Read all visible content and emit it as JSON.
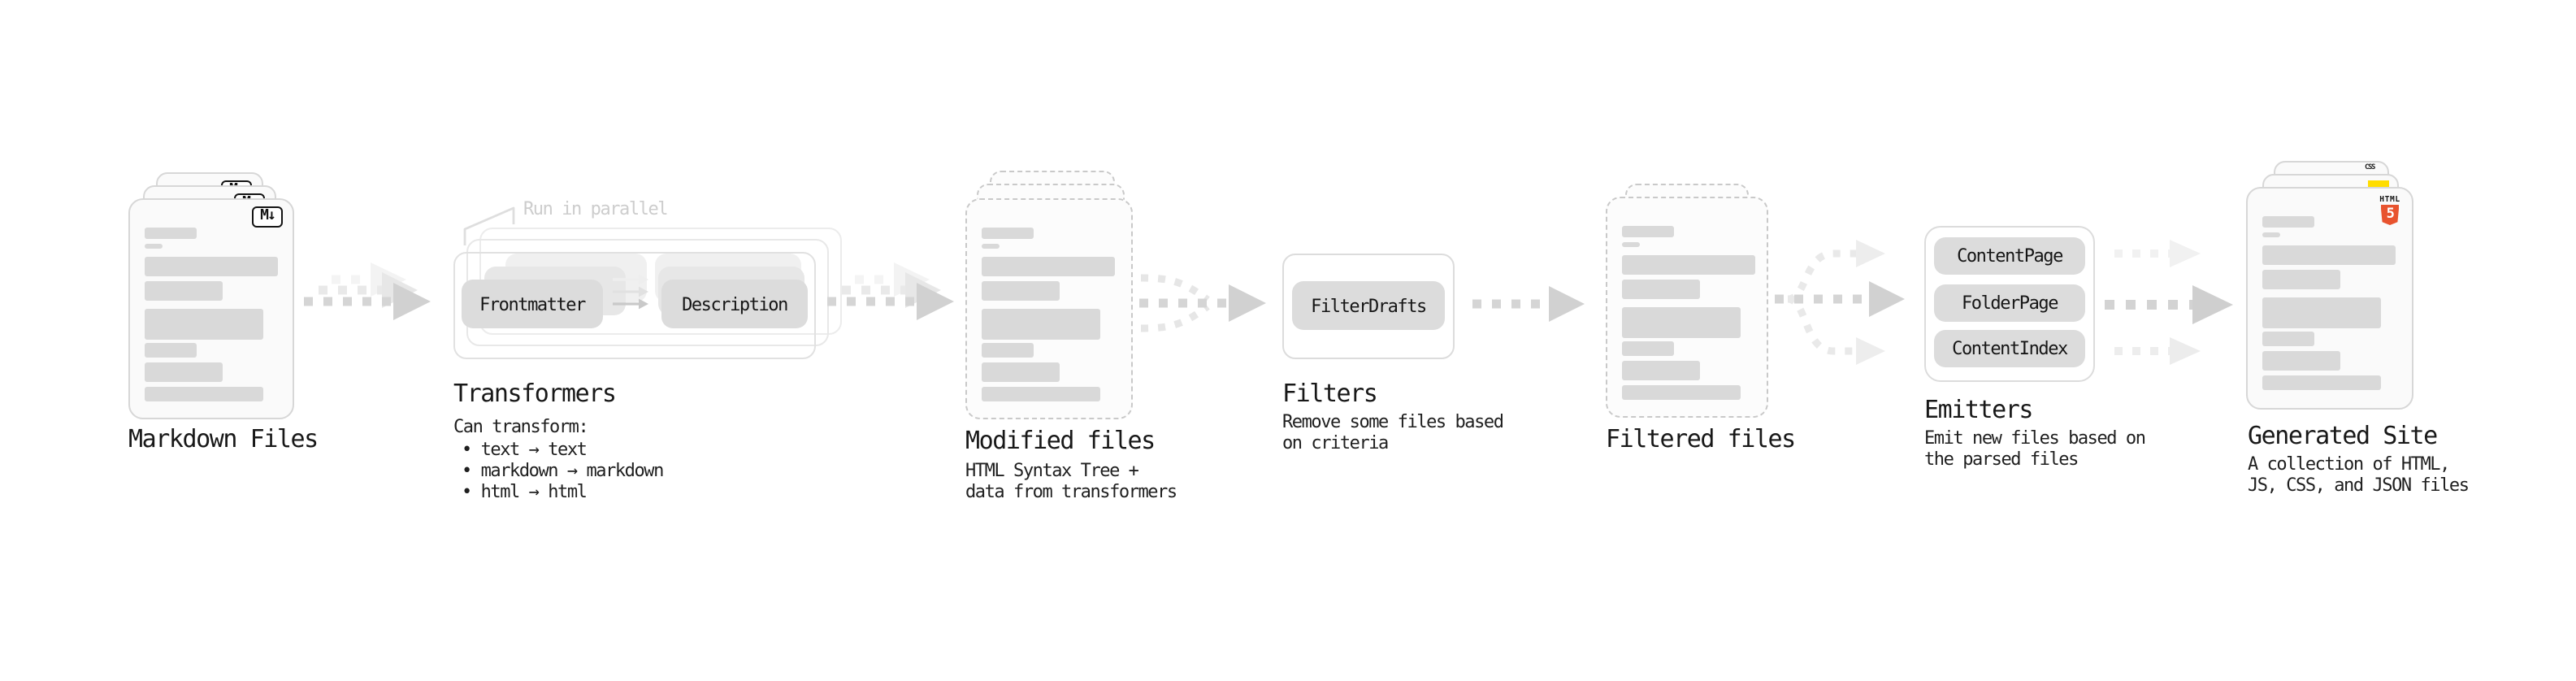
{
  "nodes": {
    "markdown_files": {
      "label": "Markdown Files"
    },
    "transformers": {
      "label": "Transformers",
      "annotation": "Run in parallel",
      "step_from": "Frontmatter",
      "step_to": "Description",
      "desc": "Can transform:",
      "bullets": [
        "• text → text",
        "• markdown → markdown",
        "• html → html"
      ]
    },
    "modified_files": {
      "label": "Modified files",
      "desc1": "HTML Syntax Tree +",
      "desc2": "data from transformers"
    },
    "filters": {
      "label": "Filters",
      "button": "FilterDrafts",
      "desc1": "Remove some files based",
      "desc2": "on criteria"
    },
    "filtered_files": {
      "label": "Filtered files"
    },
    "emitters": {
      "label": "Emitters",
      "buttons": [
        "ContentPage",
        "FolderPage",
        "ContentIndex"
      ],
      "desc1": "Emit new files based on",
      "desc2": "the parsed files"
    },
    "generated_site": {
      "label": "Generated Site",
      "desc1": "A collection of HTML,",
      "desc2": "JS, CSS, and JSON files"
    }
  },
  "icons": {
    "markdown_glyph": "M↓",
    "html5_word": "HTML",
    "html5_number": "5",
    "css_word": "CSS"
  },
  "colors": {
    "html5_orange": "#e8532e",
    "js_yellow": "#ffdd00",
    "css_blue": "#2970f1",
    "card_border": "#d7d7d7",
    "skeleton_gray": "#d9d9d9",
    "button_gray": "#dcdcdc",
    "arrow_gray": "#d1d1d1",
    "faint_text": "#cdcdcd"
  }
}
